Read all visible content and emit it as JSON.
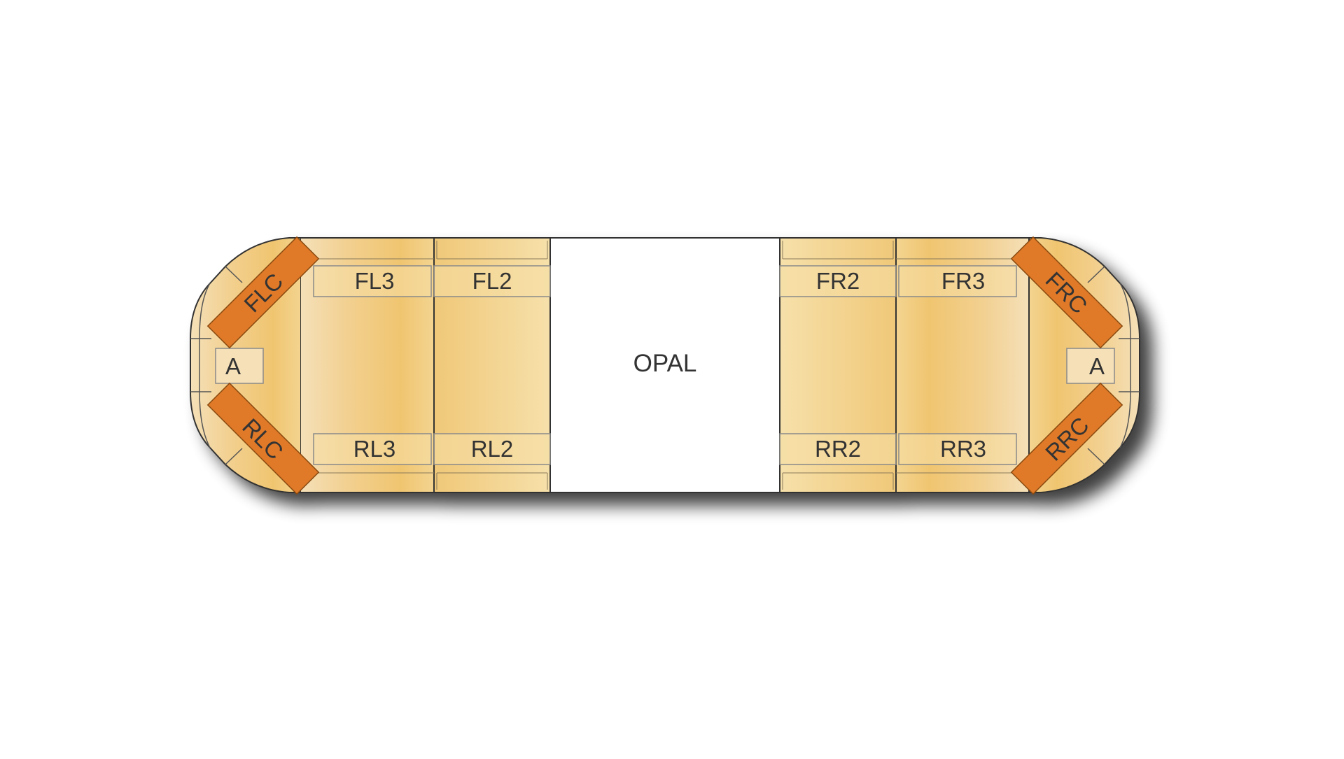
{
  "diagram": {
    "center_label": "OPAL",
    "front_modules": {
      "left_corner": "FLC",
      "left_3": "FL3",
      "left_2": "FL2",
      "right_2": "FR2",
      "right_3": "FR3",
      "right_corner": "FRC"
    },
    "rear_modules": {
      "left_corner": "RLC",
      "left_3": "RL3",
      "left_2": "RL2",
      "right_2": "RR2",
      "right_3": "RR3",
      "right_corner": "RRC"
    },
    "end_modules": {
      "left": "A",
      "right": "A"
    },
    "colors": {
      "lens_amber": "#f0c878",
      "lens_light": "#f5dfa8",
      "corner_module": "#e07a28",
      "center_fill": "#ffffff",
      "outline": "#333333"
    }
  }
}
